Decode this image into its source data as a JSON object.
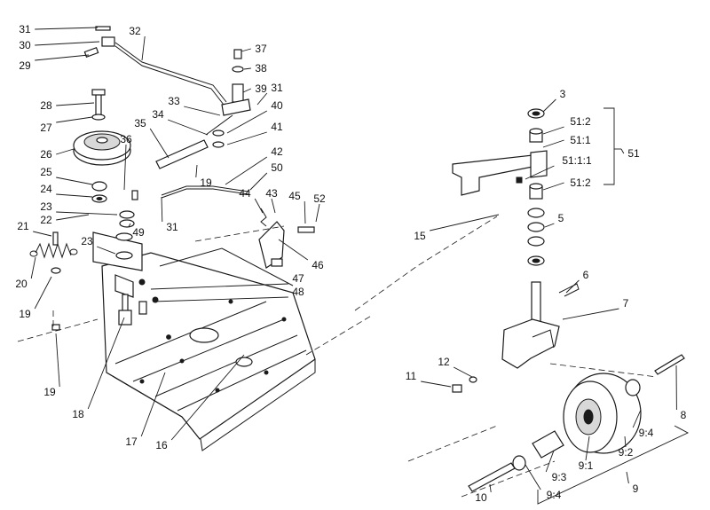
{
  "callouts": [
    {
      "label": "31"
    },
    {
      "label": "30"
    },
    {
      "label": "29"
    },
    {
      "label": "32"
    },
    {
      "label": "37"
    },
    {
      "label": "38"
    },
    {
      "label": "39"
    },
    {
      "label": "31"
    },
    {
      "label": "28"
    },
    {
      "label": "27"
    },
    {
      "label": "33"
    },
    {
      "label": "34"
    },
    {
      "label": "40"
    },
    {
      "label": "41"
    },
    {
      "label": "35"
    },
    {
      "label": "36"
    },
    {
      "label": "26"
    },
    {
      "label": "42"
    },
    {
      "label": "25"
    },
    {
      "label": "50"
    },
    {
      "label": "19"
    },
    {
      "label": "24"
    },
    {
      "label": "23"
    },
    {
      "label": "44"
    },
    {
      "label": "43"
    },
    {
      "label": "45"
    },
    {
      "label": "52"
    },
    {
      "label": "22"
    },
    {
      "label": "49"
    },
    {
      "label": "31"
    },
    {
      "label": "21"
    },
    {
      "label": "23"
    },
    {
      "label": "46"
    },
    {
      "label": "20"
    },
    {
      "label": "47"
    },
    {
      "label": "48"
    },
    {
      "label": "19"
    },
    {
      "label": "19"
    },
    {
      "label": "18"
    },
    {
      "label": "17"
    },
    {
      "label": "16"
    },
    {
      "label": "3"
    },
    {
      "label": "51:2"
    },
    {
      "label": "51:1"
    },
    {
      "label": "51"
    },
    {
      "label": "51:1:1"
    },
    {
      "label": "51:2"
    },
    {
      "label": "15"
    },
    {
      "label": "5"
    },
    {
      "label": "6"
    },
    {
      "label": "7"
    },
    {
      "label": "12"
    },
    {
      "label": "11"
    },
    {
      "label": "8"
    },
    {
      "label": "9:4"
    },
    {
      "label": "9:2"
    },
    {
      "label": "9:1"
    },
    {
      "label": "9:3"
    },
    {
      "label": "9:4"
    },
    {
      "label": "9"
    },
    {
      "label": "10"
    }
  ]
}
